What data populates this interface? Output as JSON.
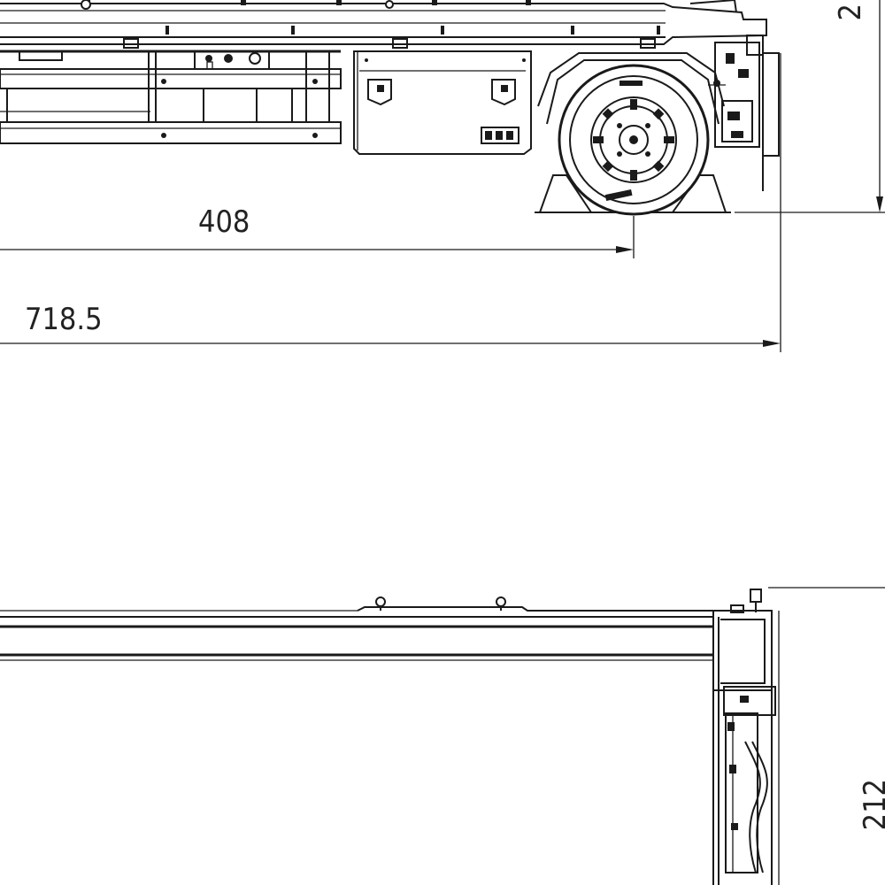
{
  "dimensions": {
    "axle_distance": "408",
    "overall_length": "718.5",
    "height_partial": "2",
    "width_partial": "212"
  }
}
